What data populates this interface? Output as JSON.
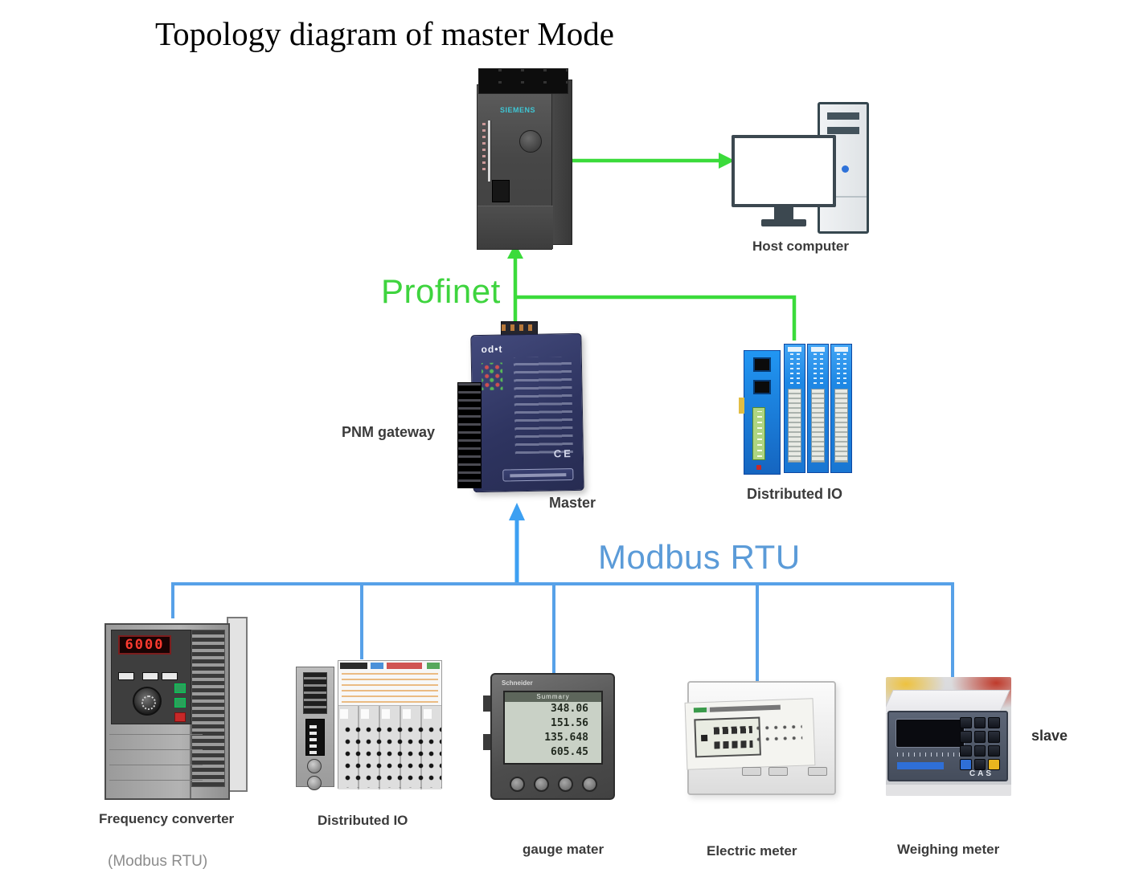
{
  "title": "Topology diagram of master Mode",
  "networks": {
    "profinet": "Profinet",
    "modbus": "Modbus RTU"
  },
  "labels": {
    "host_computer": "Host computer",
    "pnm_gateway": "PNM gateway",
    "master": "Master",
    "distributed_io_top": "Distributed IO",
    "frequency_converter": "Frequency converter",
    "frequency_converter_sub": "(Modbus RTU)",
    "distributed_io_bottom": "Distributed IO",
    "gauge_meter": "gauge mater",
    "electric_meter": "Electric meter",
    "weighing_meter": "Weighing meter",
    "slave": "slave"
  },
  "devices": {
    "plc": {
      "brand": "SIEMENS"
    },
    "gateway": {
      "logo": "od•t",
      "ce": "CE"
    },
    "frequency_converter": {
      "display": "6000"
    },
    "gauge_meter": {
      "brand": "Schneider",
      "screen_title": "Summary",
      "readings": [
        "348.06",
        "151.56",
        "135.648",
        "605.45"
      ]
    },
    "weighing_meter": {
      "brand": "CAS"
    }
  },
  "colors": {
    "profinet_green": "#3ed43e",
    "modbus_blue": "#5b9bd8",
    "line_green": "#3bdb3b",
    "line_blue": "#57a1e8",
    "label_dark": "#3b3b3b"
  }
}
